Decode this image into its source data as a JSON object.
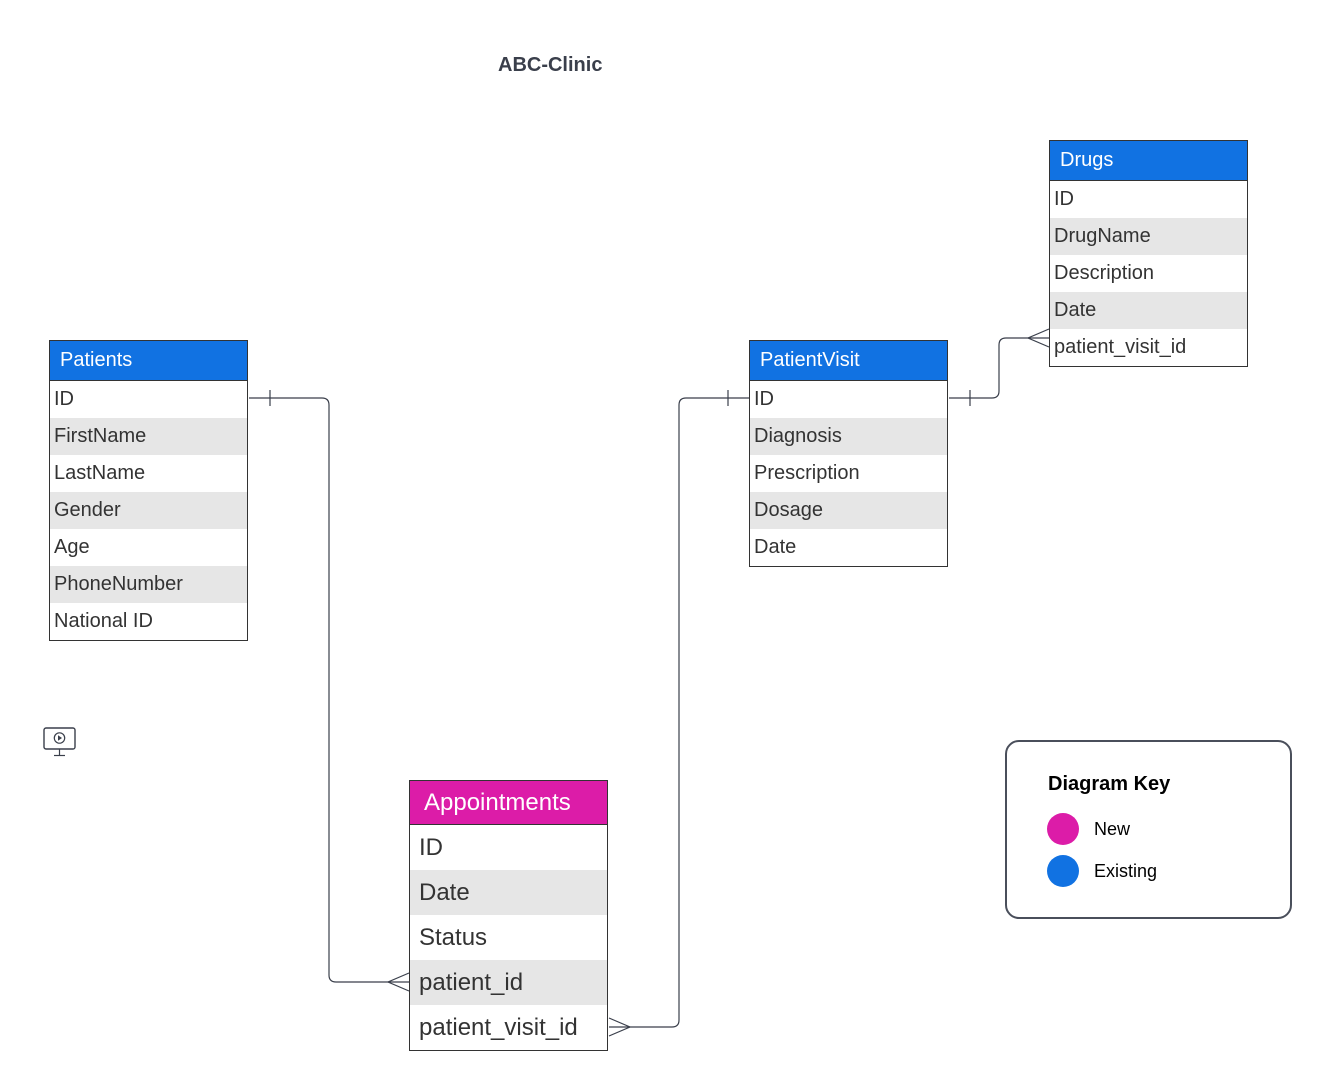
{
  "title": "ABC-Clinic",
  "colors": {
    "existing": "#1172e2",
    "new": "#dc1ca8"
  },
  "entities": {
    "patients": {
      "name": "Patients",
      "status": "existing",
      "fields": [
        "ID",
        "FirstName",
        "LastName",
        "Gender",
        "Age",
        "PhoneNumber",
        "National ID"
      ]
    },
    "patient_visit": {
      "name": "PatientVisit",
      "status": "existing",
      "fields": [
        "ID",
        "Diagnosis",
        "Prescription",
        "Dosage",
        "Date"
      ]
    },
    "drugs": {
      "name": "Drugs",
      "status": "existing",
      "fields": [
        "ID",
        "DrugName",
        "Description",
        "Date",
        "patient_visit_id"
      ]
    },
    "appointments": {
      "name": "Appointments",
      "status": "new",
      "fields": [
        "ID",
        "Date",
        "Status",
        "patient_id",
        "patient_visit_id"
      ]
    }
  },
  "relationships": [
    {
      "from": "Patients.ID",
      "from_cardinality": "one",
      "to": "Appointments.patient_id",
      "to_cardinality": "many"
    },
    {
      "from": "PatientVisit.ID",
      "from_cardinality": "one",
      "to": "Appointments.patient_visit_id",
      "to_cardinality": "many"
    },
    {
      "from": "PatientVisit.ID",
      "from_cardinality": "one",
      "to": "Drugs.patient_visit_id",
      "to_cardinality": "many"
    }
  ],
  "legend": {
    "title": "Diagram Key",
    "items": [
      {
        "label": "New",
        "color": "#dc1ca8"
      },
      {
        "label": "Existing",
        "color": "#1172e2"
      }
    ]
  },
  "icons": {
    "present": "presentation-monitor-icon"
  }
}
